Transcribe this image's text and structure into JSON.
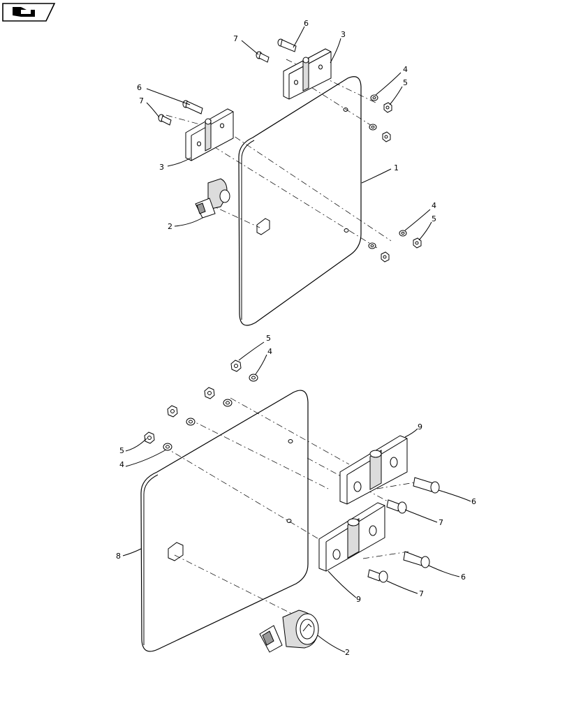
{
  "nav": {
    "icon": "back-arrow-icon"
  },
  "callouts": {
    "top": {
      "hinge_upper": "3",
      "bolt_upper": "6",
      "screw_upper": "7",
      "washer_upper": "4",
      "nut_upper": "5",
      "bolt_left": "6",
      "screw_left": "7",
      "hinge_left": "3",
      "panel": "1",
      "latch": "2",
      "washer_lower": "4",
      "nut_lower": "5"
    },
    "bottom": {
      "nut_top": "5",
      "washer_top": "4",
      "nut_left": "5",
      "washer_left": "4",
      "hinge_upper": "9",
      "bolt_upper": "6",
      "screw_upper": "7",
      "panel": "8",
      "bolt_lower": "6",
      "screw_lower": "7",
      "hinge_lower": "9",
      "latch": "2"
    }
  }
}
